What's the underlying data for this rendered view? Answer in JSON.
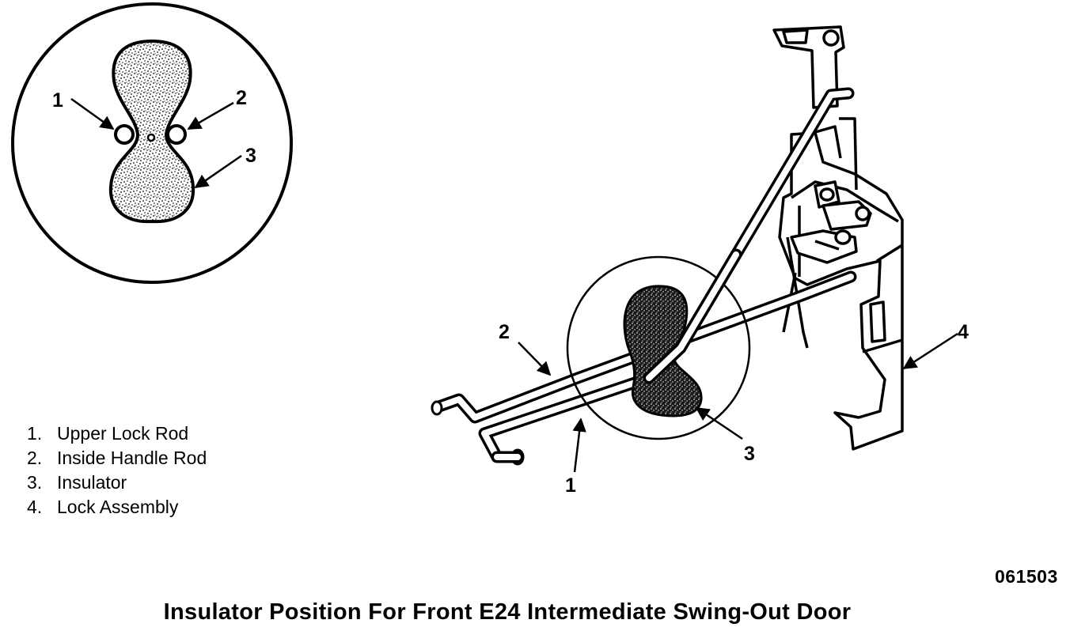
{
  "callouts": {
    "detail_1": "1",
    "detail_2": "2",
    "detail_3": "3",
    "main_1": "1",
    "main_2": "2",
    "main_3": "3",
    "main_4": "4"
  },
  "legend": [
    {
      "num": "1.",
      "label": "Upper Lock Rod"
    },
    {
      "num": "2.",
      "label": "Inside Handle Rod"
    },
    {
      "num": "3.",
      "label": "Insulator"
    },
    {
      "num": "4.",
      "label": "Lock Assembly"
    }
  ],
  "figure_code": "061503",
  "caption": "Insulator Position For Front E24 Intermediate Swing-Out Door"
}
